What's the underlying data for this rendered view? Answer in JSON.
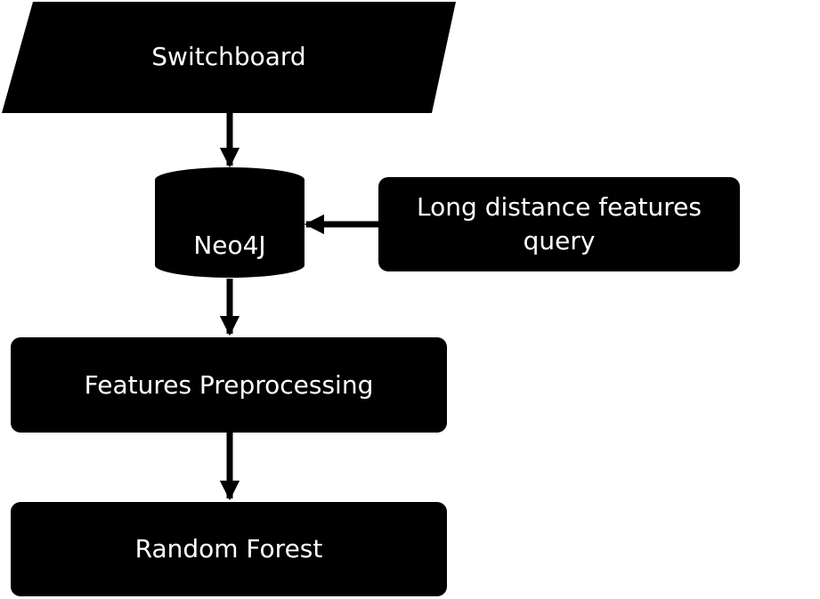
{
  "colors": {
    "node_fill": "#000000",
    "node_text": "#ffffff",
    "arrow": "#000000",
    "background": "#ffffff"
  },
  "nodes": {
    "switchboard": {
      "label": "Switchboard",
      "shape": "parallelogram"
    },
    "neo4j": {
      "label": "Neo4J",
      "shape": "cylinder"
    },
    "long_distance": {
      "label_line1": "Long distance features",
      "label_line2": "query",
      "shape": "rounded-rectangle"
    },
    "preprocessing": {
      "label": "Features Preprocessing",
      "shape": "rounded-rectangle"
    },
    "random_forest": {
      "label": "Random Forest",
      "shape": "rounded-rectangle"
    }
  },
  "edges": [
    {
      "from": "switchboard",
      "to": "neo4j"
    },
    {
      "from": "long_distance",
      "to": "neo4j"
    },
    {
      "from": "neo4j",
      "to": "preprocessing"
    },
    {
      "from": "preprocessing",
      "to": "random_forest"
    }
  ]
}
